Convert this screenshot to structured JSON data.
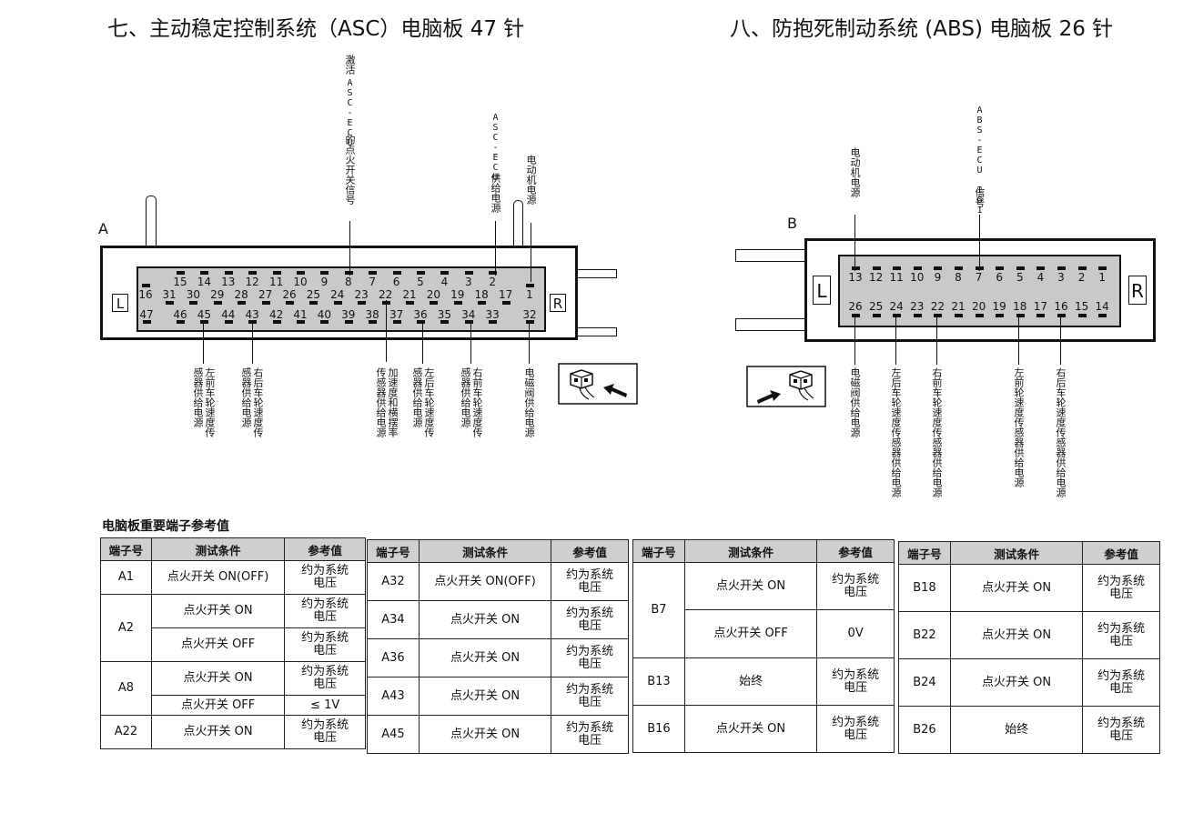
{
  "titles": {
    "asc": "七、主动稳定控制系统（ASC）电脑板 47 针",
    "abs": "八、防抱死制动系统 (ABS) 电脑板 26 针"
  },
  "asc_connector": {
    "label": "A",
    "left_mark": "L",
    "right_mark": "R",
    "row1": [
      "15",
      "14",
      "13",
      "12",
      "11",
      "10",
      "9",
      "8",
      "7",
      "6",
      "5",
      "4",
      "3",
      "2"
    ],
    "row2_left": "16",
    "row2": [
      "31",
      "30",
      "29",
      "28",
      "27",
      "26",
      "25",
      "24",
      "23",
      "22",
      "21",
      "20",
      "19",
      "18",
      "17"
    ],
    "row2_right": "1",
    "row3_left": "47",
    "row3": [
      "46",
      "45",
      "44",
      "43",
      "42",
      "41",
      "40",
      "39",
      "38",
      "37",
      "36",
      "35",
      "34",
      "33"
    ],
    "row3_right": "32",
    "top_labels": {
      "pin8_a": "激活",
      "pin8_b": "ASC-ECU",
      "pin8_c": "的点火开关信号",
      "pin2_a": "ASC-ECU",
      "pin2_b": "供给电源",
      "pin1": "电动机电源"
    },
    "bottom_labels": {
      "pin45": [
        "左前车轮速度传",
        "感器供给电源"
      ],
      "pin43": [
        "右后车轮速度传",
        "感器供给电源"
      ],
      "pin22": [
        "加速度和横摆率",
        "传感器供给电源"
      ],
      "pin36": [
        "左后车轮速度传",
        "感器供给电源"
      ],
      "pin34": [
        "右前车轮速度传",
        "感器供给电源"
      ],
      "pin32": "电磁阀供给电源"
    }
  },
  "abs_connector": {
    "label": "B",
    "left_mark": "L",
    "right_mark": "R",
    "row1": [
      "13",
      "12",
      "11",
      "10",
      "9",
      "8",
      "7",
      "6",
      "5",
      "4",
      "3",
      "2",
      "1"
    ],
    "row2": [
      "26",
      "25",
      "24",
      "23",
      "22",
      "21",
      "20",
      "19",
      "18",
      "17",
      "16",
      "15",
      "14"
    ],
    "top_labels": {
      "pin13": "电动机电源",
      "pin7_a": "ABS-ECU IG1",
      "pin7_b": "信号"
    },
    "bottom_labels": {
      "pin26": "电磁阀供给电源",
      "pin24": "左后车轮速度传感器供给电源",
      "pin22": "右前车轮速度传感器供给电源",
      "pin18": "左前轮速度传感器供给电源",
      "pin16": "右后车轮速度传感器供给电源"
    }
  },
  "tables": {
    "caption": "电脑板重要端子参考值",
    "headers": [
      "端子号",
      "测试条件",
      "参考值"
    ],
    "t1": {
      "a1": "A1",
      "a1_cond": "点火开关 ON(OFF)",
      "a1_val": [
        "约为系统",
        "电压"
      ],
      "a2": "A2",
      "a2_cond1": "点火开关 ON",
      "a2_val1": [
        "约为系统",
        "电压"
      ],
      "a2_cond2": "点火开关 OFF",
      "a2_val2": [
        "约为系统",
        "电压"
      ],
      "a8": "A8",
      "a8_cond1": "点火开关 ON",
      "a8_val1": [
        "约为系统",
        "电压"
      ],
      "a8_cond2": "点火开关 OFF",
      "a8_val2": "≤ 1V",
      "a22": "A22",
      "a22_cond": "点火开关 ON",
      "a22_val": [
        "约为系统",
        "电压"
      ]
    },
    "t2": [
      {
        "pin": "A32",
        "cond": "点火开关 ON(OFF)",
        "val": [
          "约为系统",
          "电压"
        ]
      },
      {
        "pin": "A34",
        "cond": "点火开关 ON",
        "val": [
          "约为系统",
          "电压"
        ]
      },
      {
        "pin": "A36",
        "cond": "点火开关 ON",
        "val": [
          "约为系统",
          "电压"
        ]
      },
      {
        "pin": "A43",
        "cond": "点火开关 ON",
        "val": [
          "约为系统",
          "电压"
        ]
      },
      {
        "pin": "A45",
        "cond": "点火开关 ON",
        "val": [
          "约为系统",
          "电压"
        ]
      }
    ],
    "t3": {
      "b7": "B7",
      "b7_cond1": "点火开关 ON",
      "b7_val1": [
        "约为系统",
        "电压"
      ],
      "b7_cond2": "点火开关 OFF",
      "b7_val2": "0V",
      "b13": "B13",
      "b13_cond": "始终",
      "b13_val": [
        "约为系统",
        "电压"
      ],
      "b16": "B16",
      "b16_cond": "点火开关 ON",
      "b16_val": [
        "约为系统",
        "电压"
      ]
    },
    "t4": [
      {
        "pin": "B18",
        "cond": "点火开关 ON",
        "val": [
          "约为系统",
          "电压"
        ]
      },
      {
        "pin": "B22",
        "cond": "点火开关 ON",
        "val": [
          "约为系统",
          "电压"
        ]
      },
      {
        "pin": "B24",
        "cond": "点火开关 ON",
        "val": [
          "约为系统",
          "电压"
        ]
      },
      {
        "pin": "B26",
        "cond": "始终",
        "val": [
          "约为系统",
          "电压"
        ]
      }
    ]
  }
}
